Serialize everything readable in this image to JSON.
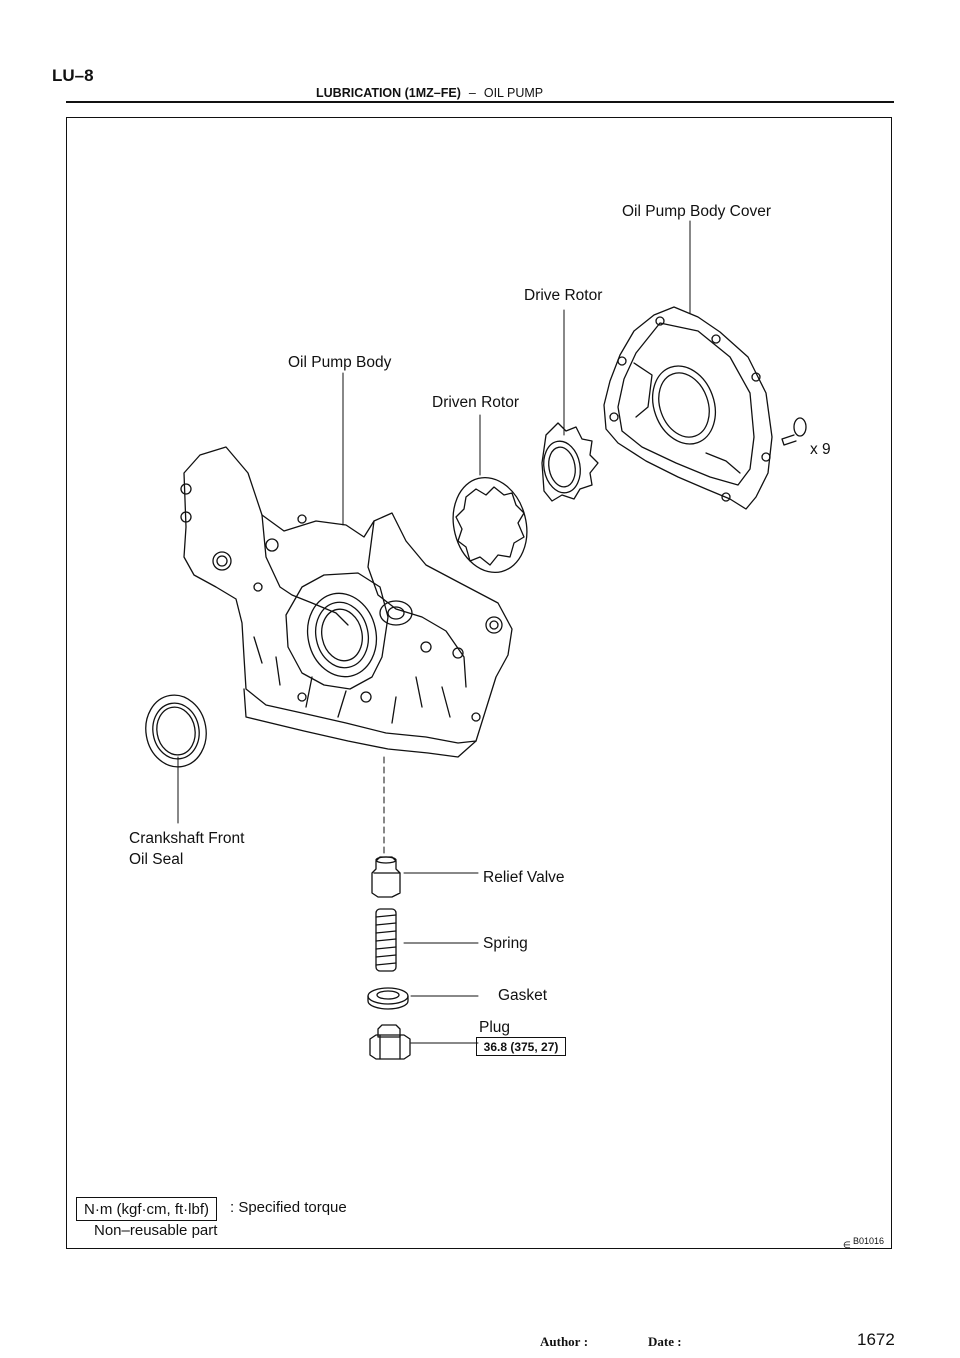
{
  "header": {
    "page_code": "LU–8",
    "section": "LUBRICATION (1MZ–FE)",
    "separator": "–",
    "subsection": "OIL PUMP"
  },
  "labels": {
    "oil_pump_body_cover": "Oil Pump Body Cover",
    "drive_rotor": "Drive Rotor",
    "oil_pump_body": "Oil Pump Body",
    "driven_rotor": "Driven Rotor",
    "bolt_count": "x 9",
    "crankshaft_seal_line1": "Crankshaft Front",
    "crankshaft_seal_line2": "Oil Seal",
    "relief_valve": "Relief Valve",
    "spring": "Spring",
    "gasket": "Gasket",
    "plug": "Plug",
    "plug_torque": "36.8 (375, 27)"
  },
  "legend": {
    "torque_unit": "N·m (kgf·cm, ft·lbf)",
    "torque_desc": ": Specified torque",
    "non_reusable": "Non–reusable part"
  },
  "figure_code": "B01016",
  "footer": {
    "author_label": "Author :",
    "date_label": "Date :",
    "page_number": "1672"
  }
}
